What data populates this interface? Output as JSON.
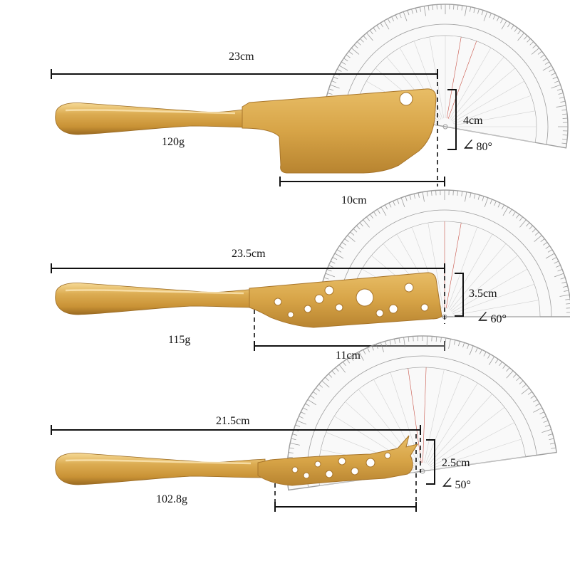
{
  "knives": [
    {
      "id": "cleaver",
      "length": "23cm",
      "blade_length": "10cm",
      "blade_height": "4cm",
      "weight": "120g",
      "angle": "80°"
    },
    {
      "id": "cheese",
      "length": "23.5cm",
      "blade_length": "11cm",
      "blade_height": "3.5cm",
      "weight": "115g",
      "angle": "60°"
    },
    {
      "id": "forked",
      "length": "21.5cm",
      "blade_length": "",
      "blade_height": "2.5cm",
      "weight": "102.8g",
      "angle": "50°"
    }
  ],
  "colors": {
    "gold": "#d9a84a",
    "gold_dark": "#a8752a",
    "gold_light": "#f3d08a",
    "line": "#111111",
    "protractor": "#8d8d8d",
    "protractor_red": "#c0392b"
  },
  "angle_symbol": "∠"
}
